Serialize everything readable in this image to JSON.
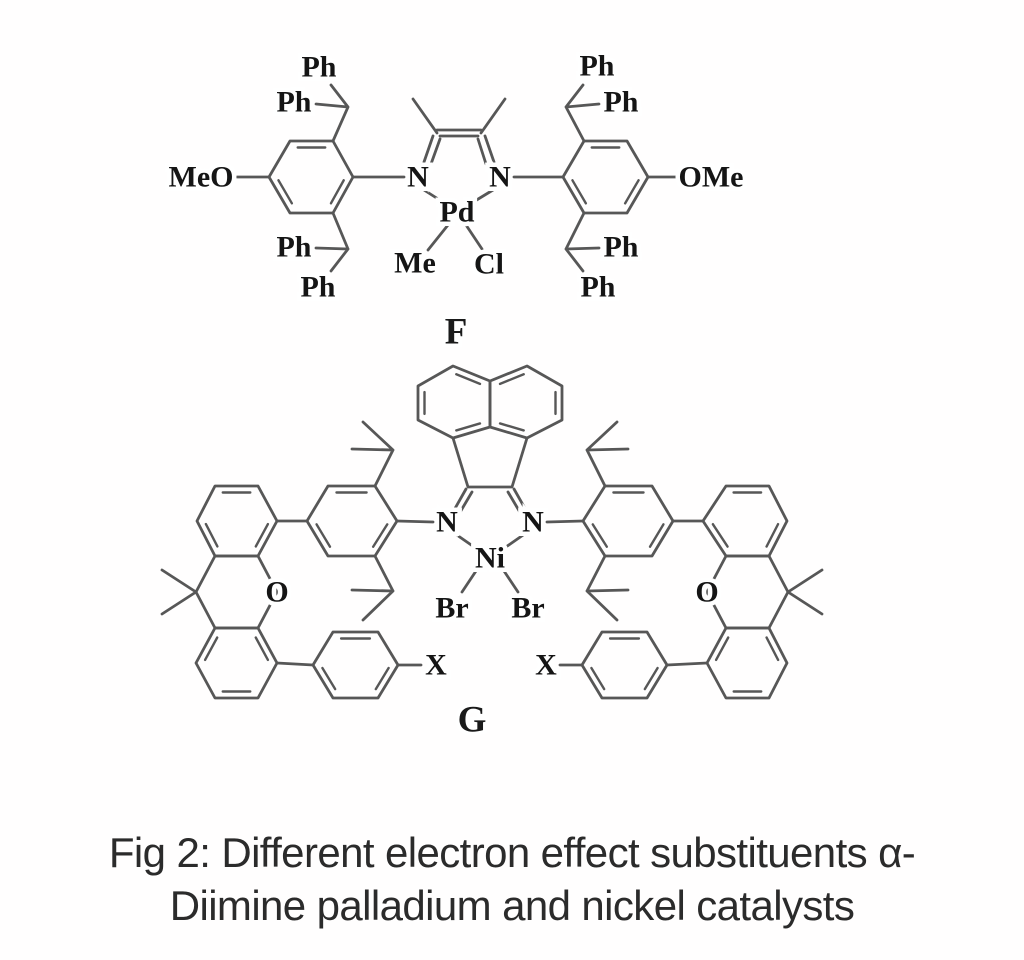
{
  "caption": {
    "line1": "Fig 2: Different electron effect substituents α-",
    "line2": "Diimine palladium and nickel catalysts"
  },
  "structure_f": {
    "tag": "F",
    "atoms": {
      "meo": "MeO",
      "ome": "OMe",
      "n_left": "N",
      "n_right": "N",
      "pd": "Pd",
      "me": "Me",
      "cl": "Cl",
      "ph_left_top_upper": "Ph",
      "ph_left_top_side": "Ph",
      "ph_left_bottom_side": "Ph",
      "ph_left_bottom_lower": "Ph",
      "ph_right_top_upper": "Ph",
      "ph_right_top_side": "Ph",
      "ph_right_bottom_side": "Ph",
      "ph_right_bottom_lower": "Ph"
    }
  },
  "structure_g": {
    "tag": "G",
    "atoms": {
      "n_left": "N",
      "n_right": "N",
      "ni": "Ni",
      "br_left": "Br",
      "br_right": "Br",
      "o_left": "O",
      "o_right": "O",
      "x_left": "X",
      "x_right": "X"
    }
  }
}
